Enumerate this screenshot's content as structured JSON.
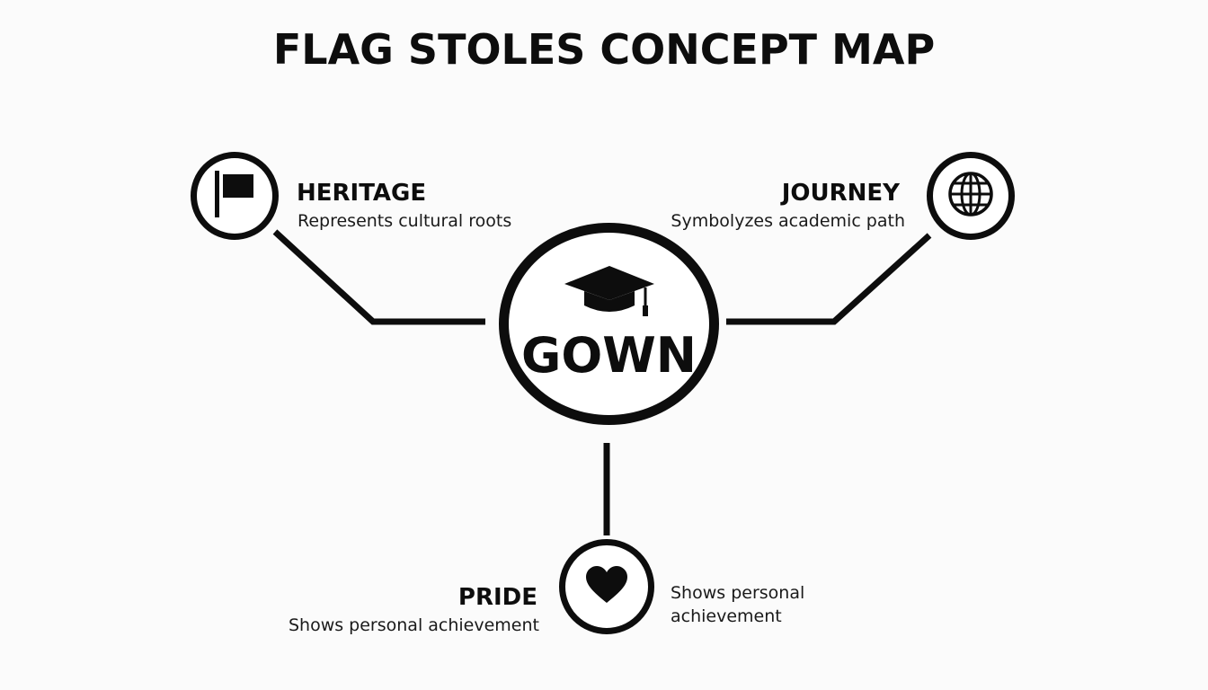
{
  "title": "FLAG STOLES CONCEPT MAP",
  "center": {
    "label": "GOWN",
    "icon": "graduation-cap-icon"
  },
  "nodes": {
    "heritage": {
      "title": "HERITAGE",
      "description": "Represents cultural roots",
      "icon": "flag-icon"
    },
    "journey": {
      "title": "JOURNEY",
      "description": "Symbolyzes academic path",
      "icon": "globe-icon"
    },
    "pride": {
      "title": "PRIDE",
      "description": "Shows personal achievement",
      "side_description": "Shows personal achievement",
      "icon": "heart-icon"
    }
  },
  "colors": {
    "ink": "#0d0d0d",
    "background": "#fbfbfb"
  }
}
